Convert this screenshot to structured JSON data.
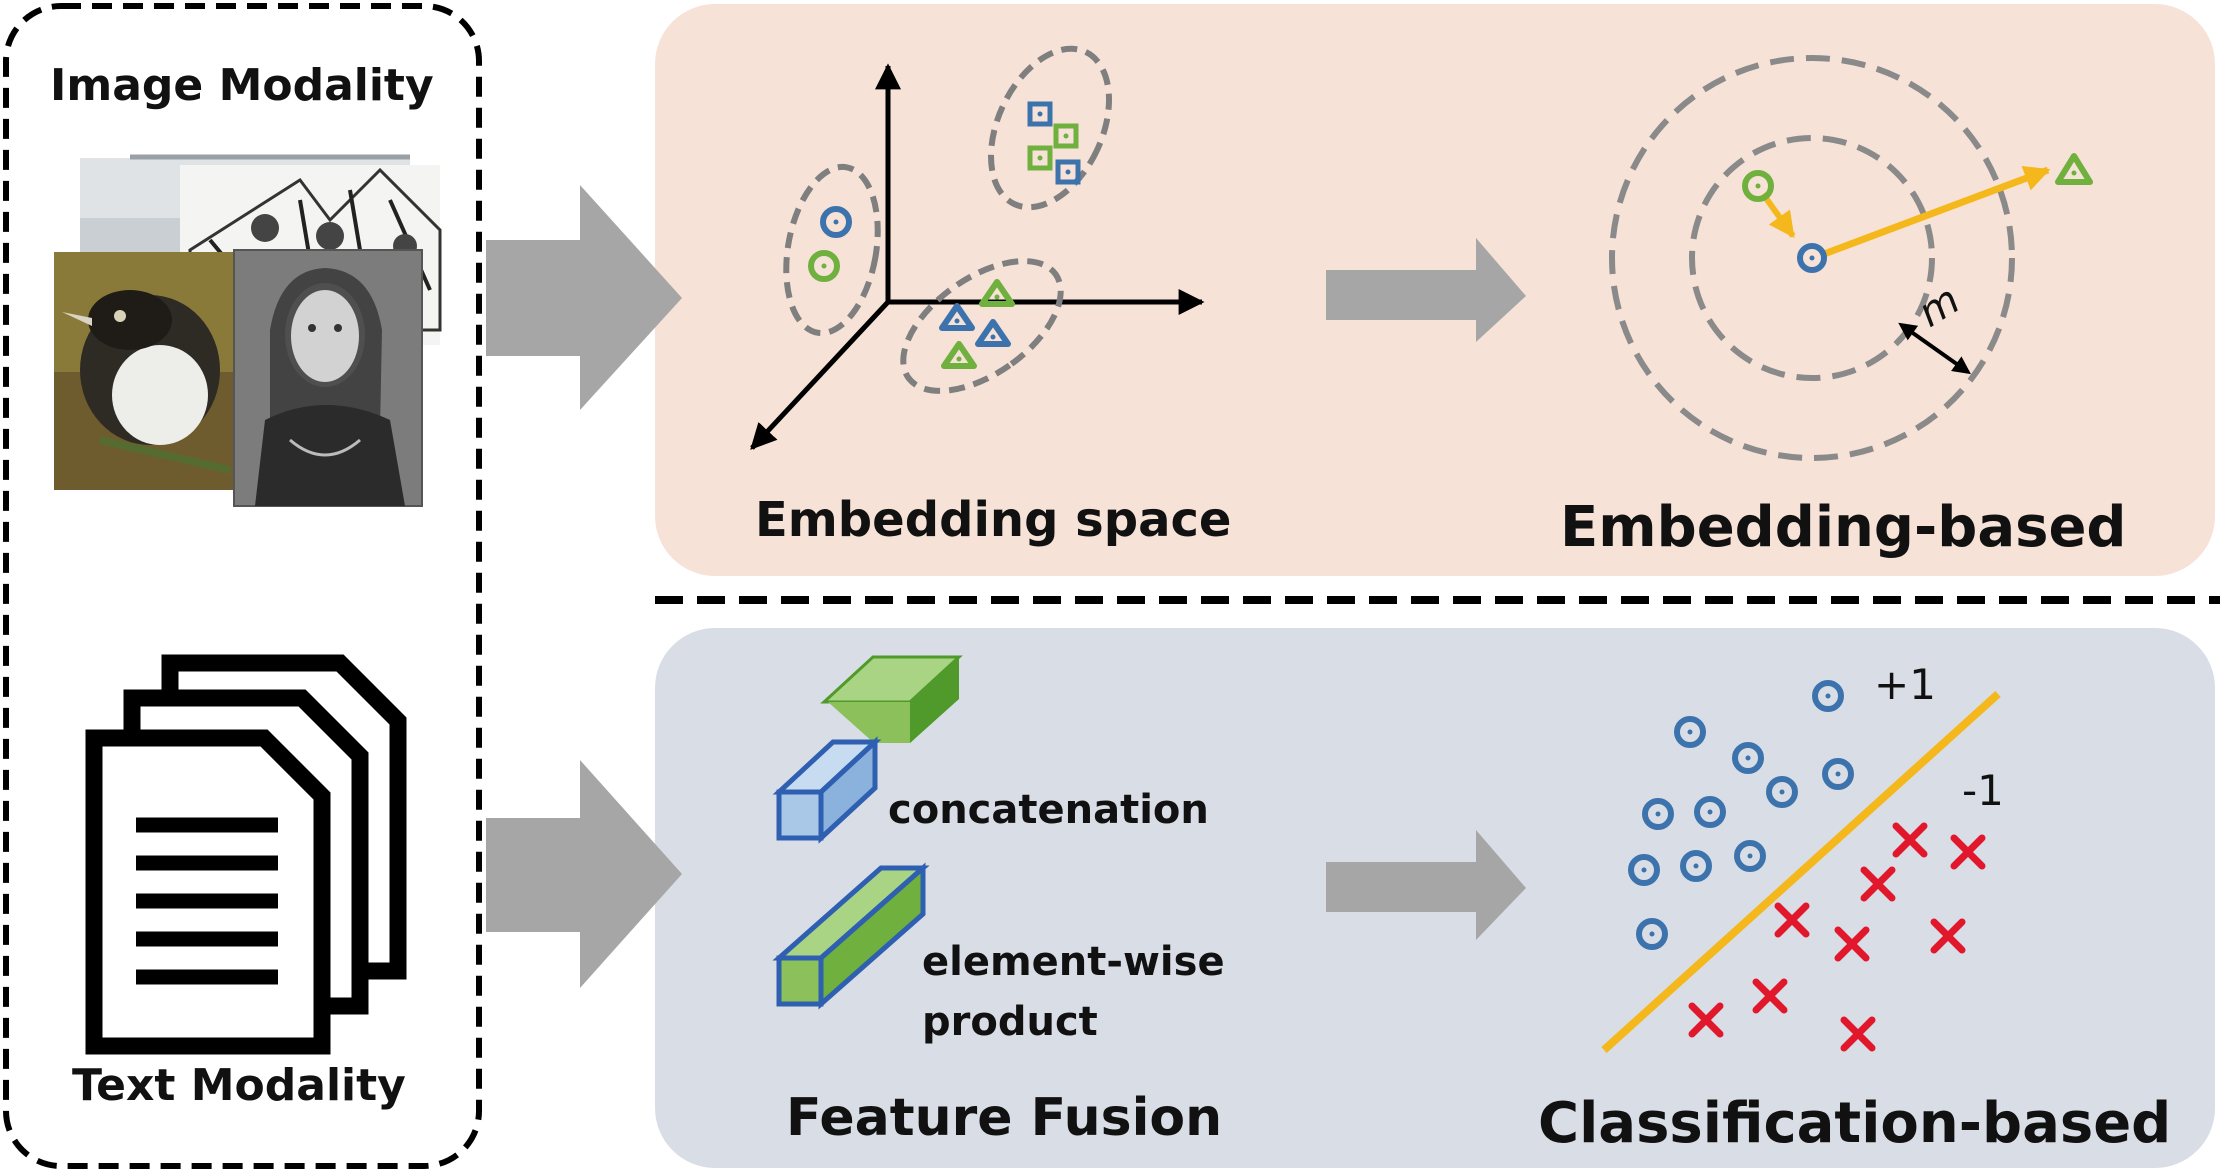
{
  "modalities": {
    "image_title": "Image Modality",
    "text_title": "Text Modality"
  },
  "embedding_panel": {
    "space_label": "Embedding space",
    "result_label": "Embedding-based",
    "margin_symbol": "m"
  },
  "fusion_panel": {
    "concat_label": "concatenation",
    "product_label_line1": "element-wise",
    "product_label_line2": "product",
    "fusion_label": "Feature Fusion",
    "result_label": "Classification-based",
    "positive_label": "+1",
    "negative_label": "-1"
  },
  "colors": {
    "embedding_bg": "#f6e2d6",
    "fusion_bg": "#d9dde6",
    "blue": "#3d73ad",
    "green": "#6fb03f",
    "orange": "#f5b81c",
    "red": "#e1182b",
    "gray_arrow": "#a6a6a6",
    "gray_dash": "#8a8a8a"
  }
}
